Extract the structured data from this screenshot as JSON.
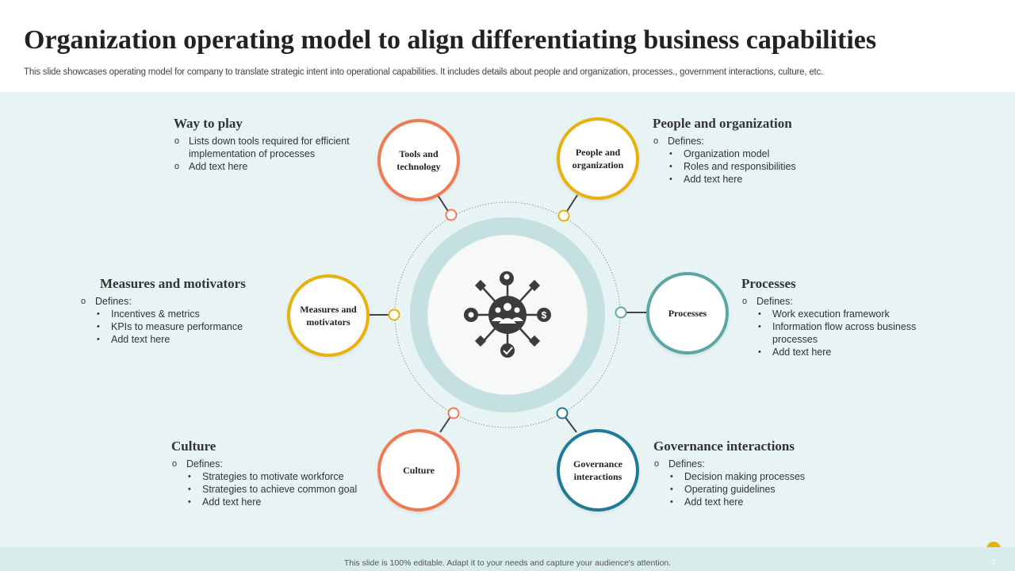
{
  "title": "Organization operating model to align differentiating business capabilities",
  "subtitle": "This slide showcases operating model for company to translate strategic intent into operational capabilities. It includes details about people and organization, processes., government interactions, culture, etc.",
  "colors": {
    "orange": "#f07b52",
    "yellow": "#e8b10c",
    "teal": "#5aa8a6",
    "blue": "#1f7a99",
    "ring": "#c4e0e0",
    "icon": "#3c3c3c"
  },
  "nodes": {
    "tools": "Tools and technology",
    "people": "People and organization",
    "measures": "Measures and motivators",
    "processes": "Processes",
    "culture": "Culture",
    "governance": "Governance interactions"
  },
  "center_icon": "team-network-icon",
  "blocks": {
    "way_to_play": {
      "heading": "Way to play",
      "items": [
        "Lists down tools required for efficient implementation of processes",
        "Add text here"
      ]
    },
    "people": {
      "heading": "People and organization",
      "lead": "Defines:",
      "items": [
        "Organization model",
        "Roles and responsibilities",
        "Add text here"
      ]
    },
    "measures": {
      "heading": "Measures and motivators",
      "lead": "Defines:",
      "items": [
        "Incentives & metrics",
        "KPIs to measure performance",
        "Add text here"
      ]
    },
    "processes": {
      "heading": "Processes",
      "lead": "Defines:",
      "items": [
        "Work execution framework",
        "Information flow across business processes",
        "Add text here"
      ]
    },
    "culture": {
      "heading": "Culture",
      "lead": "Defines:",
      "items": [
        "Strategies to motivate workforce",
        "Strategies to achieve common goal",
        "Add text here"
      ]
    },
    "governance": {
      "heading": "Governance interactions",
      "lead": "Defines:",
      "items": [
        "Decision making processes",
        "Operating guidelines",
        "Add text here"
      ]
    }
  },
  "footer": "This slide is 100% editable. Adapt it to your needs and capture your audience's attention.",
  "page_number": "7"
}
